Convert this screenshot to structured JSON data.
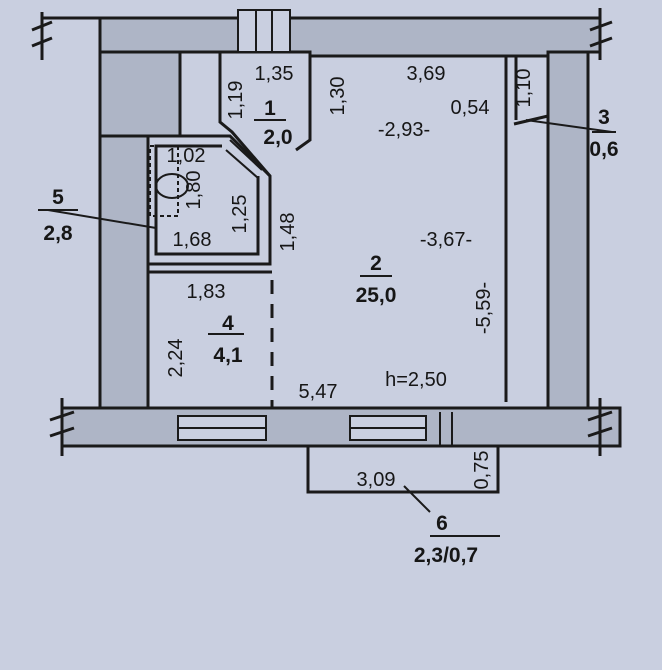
{
  "colors": {
    "paper": "#c9cfe0",
    "wall": "#aeb5c6",
    "ink": "#1a1a1a"
  },
  "rooms": [
    {
      "number": "1",
      "area": "2,0"
    },
    {
      "number": "2",
      "area": "25,0"
    },
    {
      "number": "3",
      "area": "0,6"
    },
    {
      "number": "4",
      "area": "4,1"
    },
    {
      "number": "5",
      "area": "2,8"
    },
    {
      "number": "6",
      "area": "2,3/0,7"
    }
  ],
  "dimensions": {
    "r1_width": "1,35",
    "r1_left": "1,19",
    "r1_right": "1,30",
    "r2_top": "3,69",
    "r2_mid_width": "-2,93-",
    "r2_inner_width": "-3,67-",
    "r2_height": "-5,59-",
    "r2_left": "1,48",
    "r3_width": "0,54",
    "r3_height": "1,10",
    "r5_top": "1,02",
    "r5_height": "1,80",
    "r5_bottom": "1,68",
    "r5_right": "1,25",
    "r4_width": "1,83",
    "r4_height": "2,24",
    "bottom_total": "5,47",
    "r6_width": "3,09",
    "r6_depth": "0,75"
  },
  "ceiling_height": "h=2,50"
}
